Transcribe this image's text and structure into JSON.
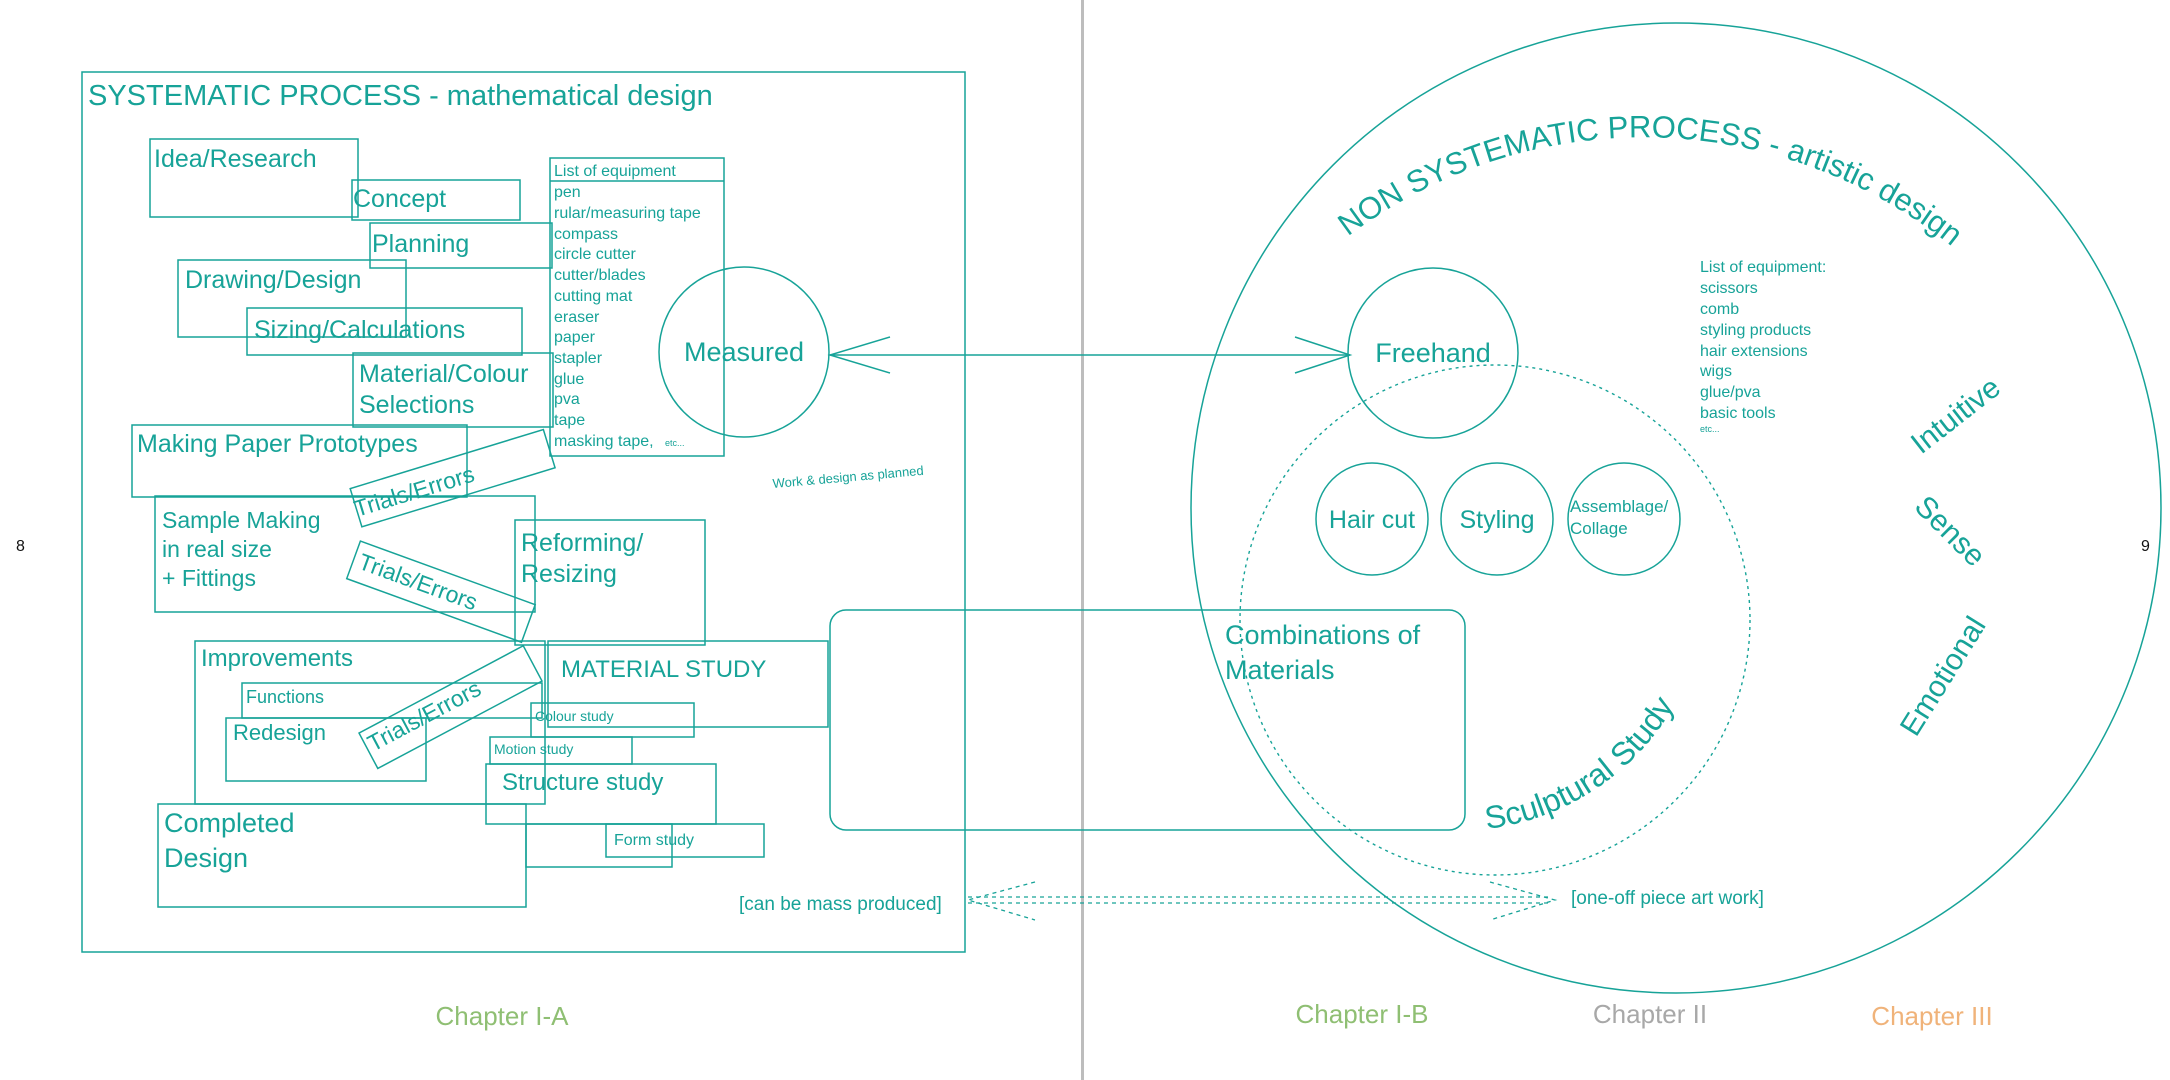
{
  "colors": {
    "teal": "#17a398",
    "chapter_ia": "#8fbf73",
    "chapter_ib": "#8fbf73",
    "chapter_ii": "#a8a8a8",
    "chapter_iii": "#f0b37a",
    "divider": "#bdbdbd",
    "page_number": "#111111"
  },
  "page_numbers": {
    "left": "8",
    "right": "9"
  },
  "left": {
    "title": "SYSTEMATIC PROCESS - mathematical design",
    "steps": {
      "idea": "Idea/Research",
      "concept": "Concept",
      "planning": "Planning",
      "drawing": "Drawing/Design",
      "sizing": "Sizing/Calculations",
      "material_1": "Material/Colour",
      "material_2": "Selections",
      "prototypes": "Making Paper Prototypes",
      "trials_1": "Trials/Errors",
      "sample_1": "Sample Making",
      "sample_2": "in real size",
      "sample_3": "+ Fittings",
      "trials_2": "Trials/Errors",
      "reforming_1": "Reforming/",
      "reforming_2": "Resizing",
      "improvements": "Improvements",
      "functions": "Functions",
      "redesign": "Redesign",
      "trials_3": "Trials/Errors",
      "material_study": "MATERIAL STUDY",
      "colour_study": "Colour study",
      "motion_study": "Motion study",
      "structure_study": "Structure study",
      "form_study": "Form study",
      "completed_1": "Completed",
      "completed_2": "Design"
    },
    "equipment": {
      "header": "List of equipment",
      "items": [
        "pen",
        "rular/measuring tape",
        "compass",
        "circle cutter",
        "cutter/blades",
        "cutting mat",
        "eraser",
        "paper",
        "stapler",
        "glue",
        "pva",
        "tape",
        "masking tape,"
      ],
      "etc": "etc..."
    },
    "measured": "Measured",
    "work_note": "Work & design as planned",
    "mass_produced": "[can be mass produced]",
    "chapter": "Chapter I-A"
  },
  "right": {
    "title": "NON SYSTEMATIC PROCESS - artistic design",
    "freehand": "Freehand",
    "equipment": {
      "header": "List of equipment:",
      "items": [
        "scissors",
        "comb",
        "styling products",
        "hair extensions",
        "wigs",
        "glue/pva",
        "basic tools"
      ],
      "etc": "etc..."
    },
    "intuitive": "Intuitive",
    "sense": "Sense",
    "emotional": "Emotional",
    "hair_cut": "Hair cut",
    "styling": "Styling",
    "assemblage_1": "Assemblage/",
    "assemblage_2": "Collage",
    "combinations_1": "Combinations of",
    "combinations_2": "Materials",
    "sculptural": "Sculptural Study",
    "one_off": "[one-off piece art work]",
    "chapters": [
      "Chapter I-B",
      "Chapter II",
      "Chapter III"
    ]
  }
}
